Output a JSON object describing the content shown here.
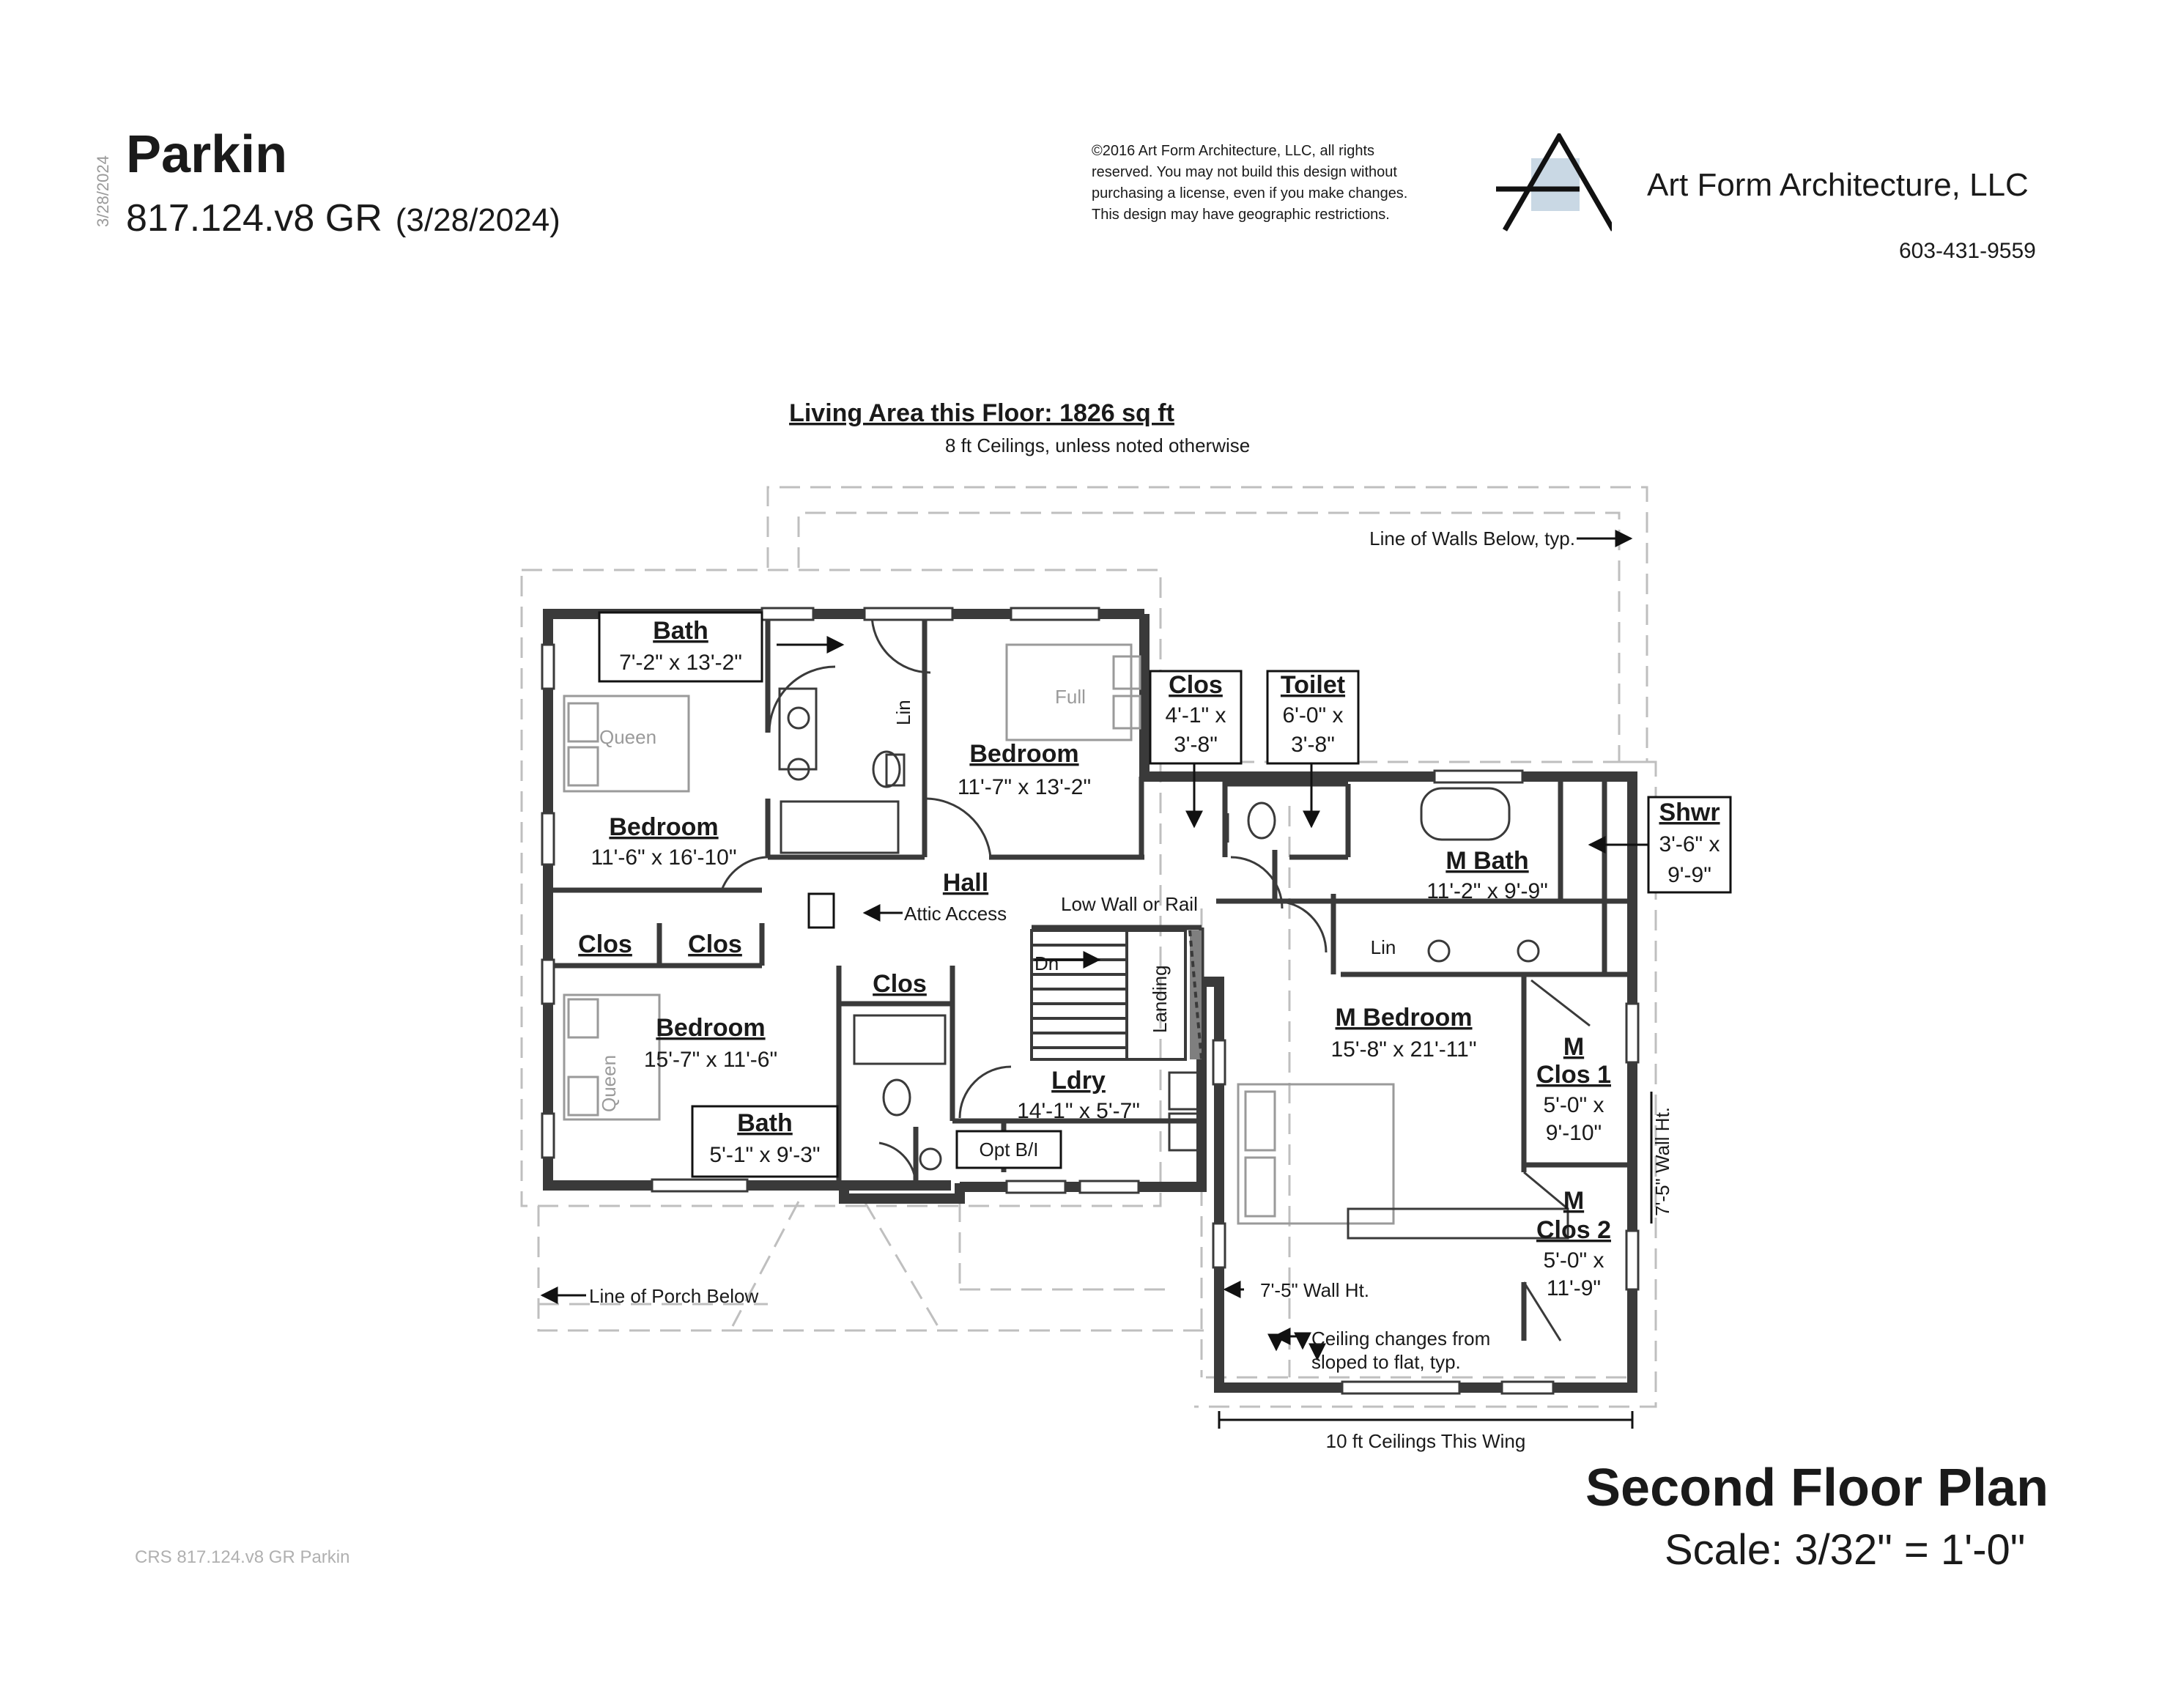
{
  "header": {
    "title": "Parkin",
    "plan_code": "817.124.v8 GR",
    "date": "(3/28/2024)",
    "vertical_date": "3/28/2024",
    "copyright": "©2016 Art Form Architecture, LLC, all rights\nreserved. You may not build this design without\npurchasing a license, even if you make changes.\nThis design may have geographic restrictions.",
    "company": "Art Form Architecture, LLC",
    "phone": "603-431-9559"
  },
  "summary": {
    "living_area": "Living Area this Floor: 1826 sq ft",
    "ceilings": "8 ft Ceilings, unless noted otherwise"
  },
  "rooms": {
    "bath_upper": {
      "name": "Bath",
      "dims": "7'-2\" x 13'-2\""
    },
    "bedroom_left": {
      "name": "Bedroom",
      "dims": "11'-6\" x 16'-10\""
    },
    "bedroom_center": {
      "name": "Bedroom",
      "dims": "11'-7\" x 13'-2\""
    },
    "clos_top": {
      "name": "Clos",
      "dims_1": "4'-1\" x",
      "dims_2": "3'-8\""
    },
    "toilet": {
      "name": "Toilet",
      "dims_1": "6'-0\" x",
      "dims_2": "3'-8\""
    },
    "shwr": {
      "name": "Shwr",
      "dims_1": "3'-6\" x",
      "dims_2": "9'-9\""
    },
    "mbath": {
      "name": "M Bath",
      "dims": "11'-2\" x 9'-9\""
    },
    "hall": {
      "name": "Hall"
    },
    "clos_a": {
      "name": "Clos"
    },
    "clos_b": {
      "name": "Clos"
    },
    "clos_c": {
      "name": "Clos"
    },
    "bedroom_lower": {
      "name": "Bedroom",
      "dims": "15'-7\" x 11'-6\""
    },
    "bath_lower": {
      "name": "Bath",
      "dims": "5'-1\" x 9'-3\""
    },
    "ldry": {
      "name": "Ldry",
      "dims": "14'-1\" x 5'-7\""
    },
    "mbedroom": {
      "name": "M Bedroom",
      "dims": "15'-8\" x 21'-11\""
    },
    "mclos1": {
      "name_1": "M",
      "name_2": "Clos 1",
      "dims_1": "5'-0\" x",
      "dims_2": "9'-10\""
    },
    "mclos2": {
      "name_1": "M",
      "name_2": "Clos 2",
      "dims_1": "5'-0\" x",
      "dims_2": "11'-9\""
    }
  },
  "notes": {
    "walls_below": "Line of Walls Below, typ.",
    "attic_access": "Attic Access",
    "low_wall": "Low Wall or Rail",
    "porch_below": "Line of Porch Below",
    "wall_ht_1": "7'-5\" Wall Ht.",
    "wall_ht_2": "7'-5\" Wall Ht.",
    "ceiling_change_1": "Ceiling changes from",
    "ceiling_change_2": "sloped to flat, typ.",
    "ten_ft": "10 ft Ceilings This Wing",
    "dn": "Dn",
    "landing": "Landing",
    "opt_bi": "Opt B/I"
  },
  "fixtures": {
    "queen_1": "Queen",
    "queen_2": "Queen",
    "full": "Full",
    "lin_1": "Lin",
    "lin_2": "Lin"
  },
  "footer": {
    "plan_name": "Second Floor Plan",
    "scale": "Scale: 3/32\" = 1'-0\"",
    "id": "CRS 817.124.v8 GR Parkin"
  }
}
